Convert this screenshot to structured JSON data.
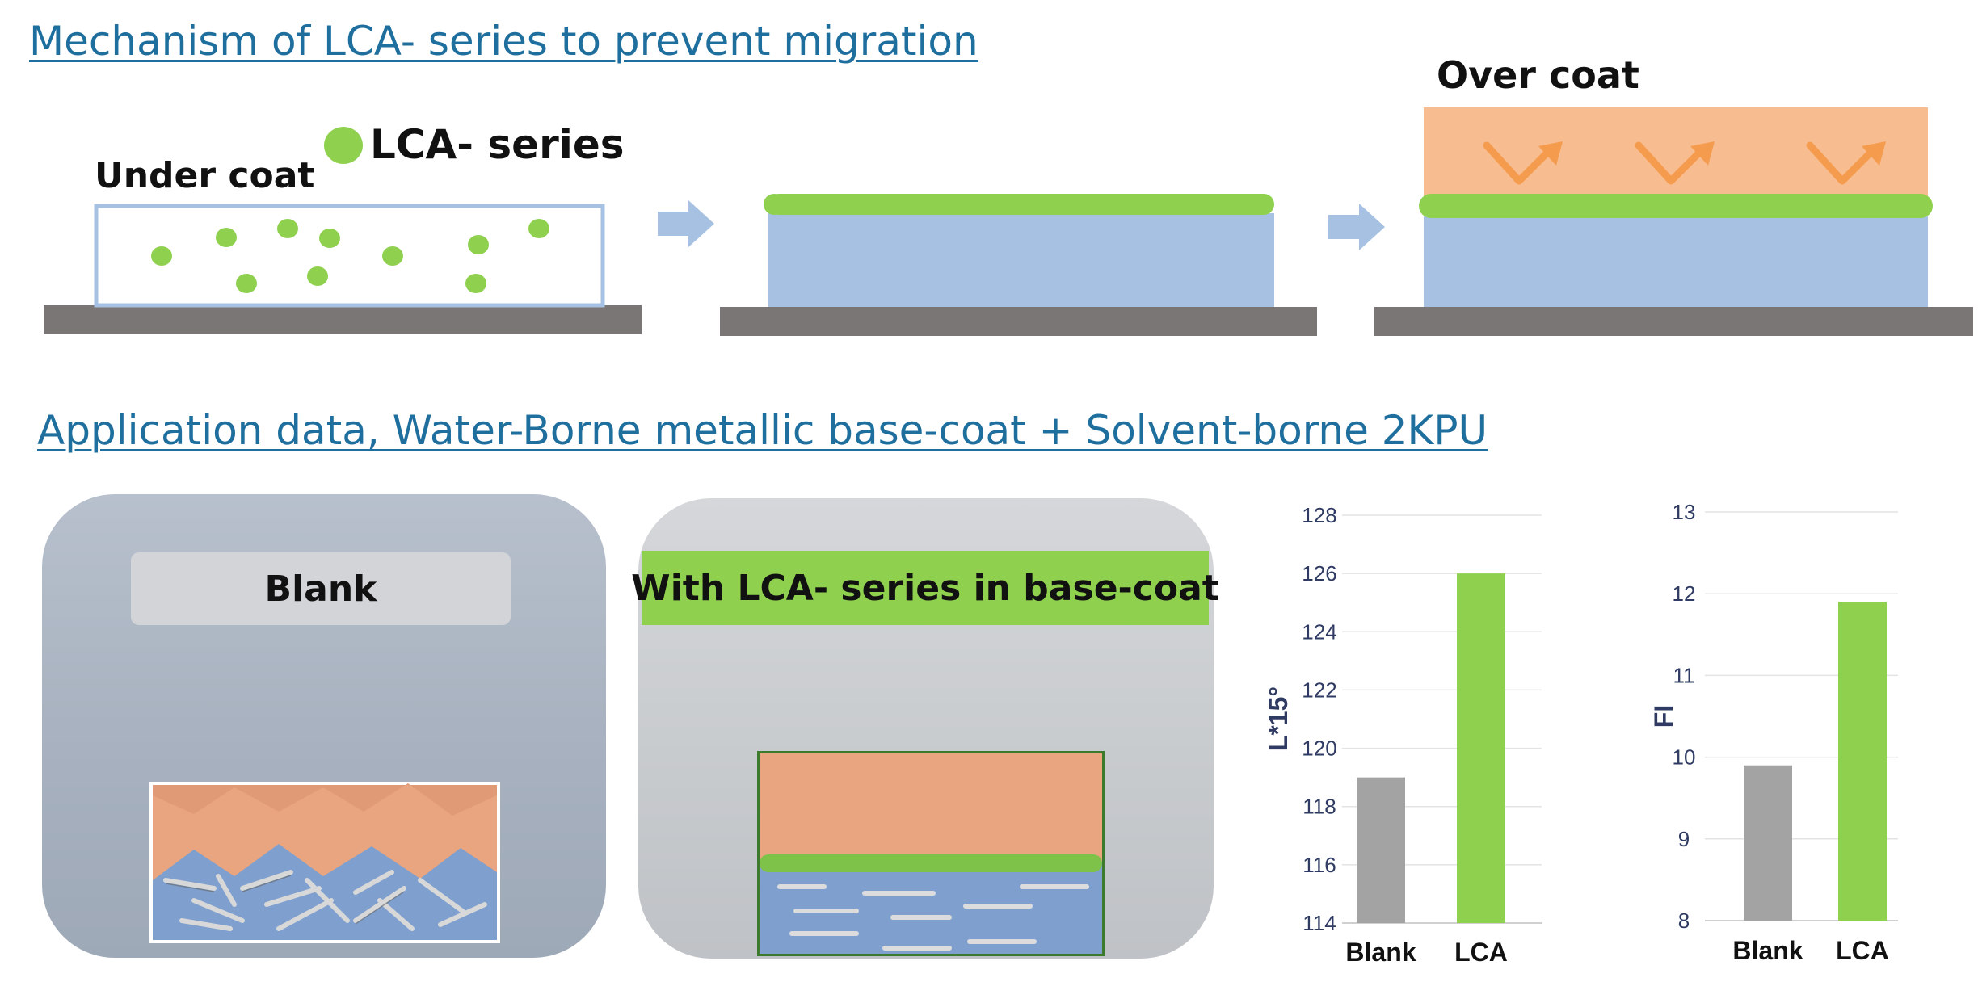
{
  "headings": {
    "mechanism": "Mechanism of LCA- series to prevent migration",
    "application": "Application data, Water-Borne metallic base-coat + Solvent-borne 2KPU"
  },
  "mechanism": {
    "legend_label": "LCA- series",
    "under_coat_label": "Under coat",
    "over_coat_label": "Over coat"
  },
  "panels": {
    "blank_label": "Blank",
    "lca_label": "With LCA- series in base-coat"
  },
  "colors": {
    "heading": "#1f6f9e",
    "lca_green": "#8fd14f",
    "undercoat_blue": "#a6c1e2",
    "overcoat_orange": "#f7bd90",
    "substrate_gray": "#7a7676",
    "blank_bar": "#a3a3a3",
    "lca_bar": "#8fd14f"
  },
  "chart_data": [
    {
      "type": "bar",
      "categories": [
        "Blank",
        "LCA"
      ],
      "values": [
        119.0,
        126.0
      ],
      "ylabel": "L*15°",
      "ylim": [
        114,
        128
      ],
      "yticks": [
        "114",
        "116",
        "118",
        "120",
        "122",
        "124",
        "126",
        "128"
      ],
      "grid": true,
      "bar_colors": [
        "#a3a3a3",
        "#8fd14f"
      ]
    },
    {
      "type": "bar",
      "categories": [
        "Blank",
        "LCA"
      ],
      "values": [
        9.9,
        11.9
      ],
      "ylabel": "FI",
      "ylim": [
        8,
        13
      ],
      "yticks": [
        "8",
        "9",
        "10",
        "11",
        "12",
        "13"
      ],
      "grid": true,
      "bar_colors": [
        "#a3a3a3",
        "#8fd14f"
      ]
    }
  ]
}
